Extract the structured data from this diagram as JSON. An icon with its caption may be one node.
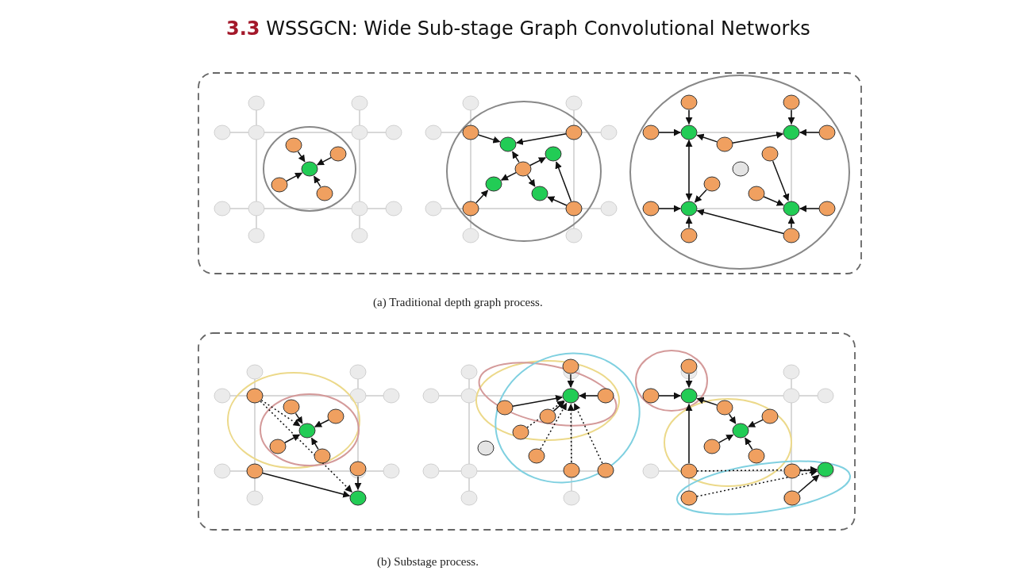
{
  "diagram": {
    "title": "**3.3** WSSGCN: Wide Sub-stage Graph Convolutional Networks",
    "labels": [
      "(a) Traditional depth graph process.",
      "(b) Substage process."
    ]
  }
}
